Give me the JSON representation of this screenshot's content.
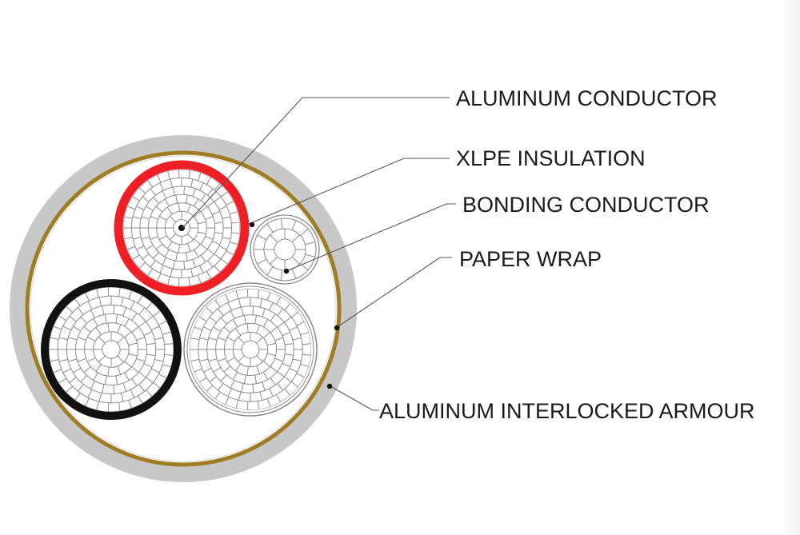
{
  "diagram": {
    "labels": {
      "aluminum_conductor": "ALUMINUM CONDUCTOR",
      "xlpe_insulation": "XLPE INSULATION",
      "bonding_conductor": "BONDING CONDUCTOR",
      "paper_wrap": "PAPER WRAP",
      "armour": "ALUMINUM INTERLOCKED ARMOUR"
    },
    "colors": {
      "outer_jacket": "#c8c8c8",
      "armour": "#a07c25",
      "insulation_red": "#ee1f25",
      "insulation_black": "#111111",
      "strand_line": "#8c8c8c",
      "leader_line": "#555555"
    }
  }
}
